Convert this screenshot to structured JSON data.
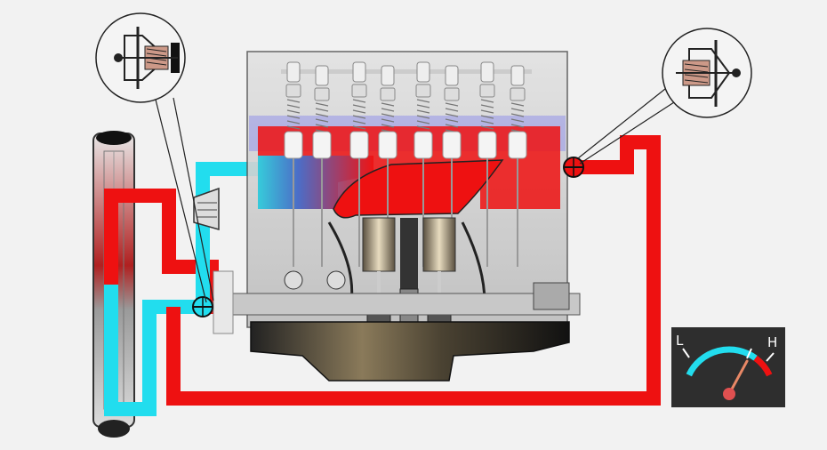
{
  "gauge": {
    "low_label": "L",
    "high_label": "H",
    "needle_level": 0.72
  },
  "colors": {
    "hot_coolant": "#ee1111",
    "cold_coolant": "#22ddee",
    "gauge_panel": "#2e2e2e",
    "engine_head": "#c9c9d6",
    "engine_block": "#d8d8d8"
  },
  "icons": {
    "thermostat_callout_left": "thermostat-icon",
    "thermostat_callout_right": "thermostat-icon"
  }
}
